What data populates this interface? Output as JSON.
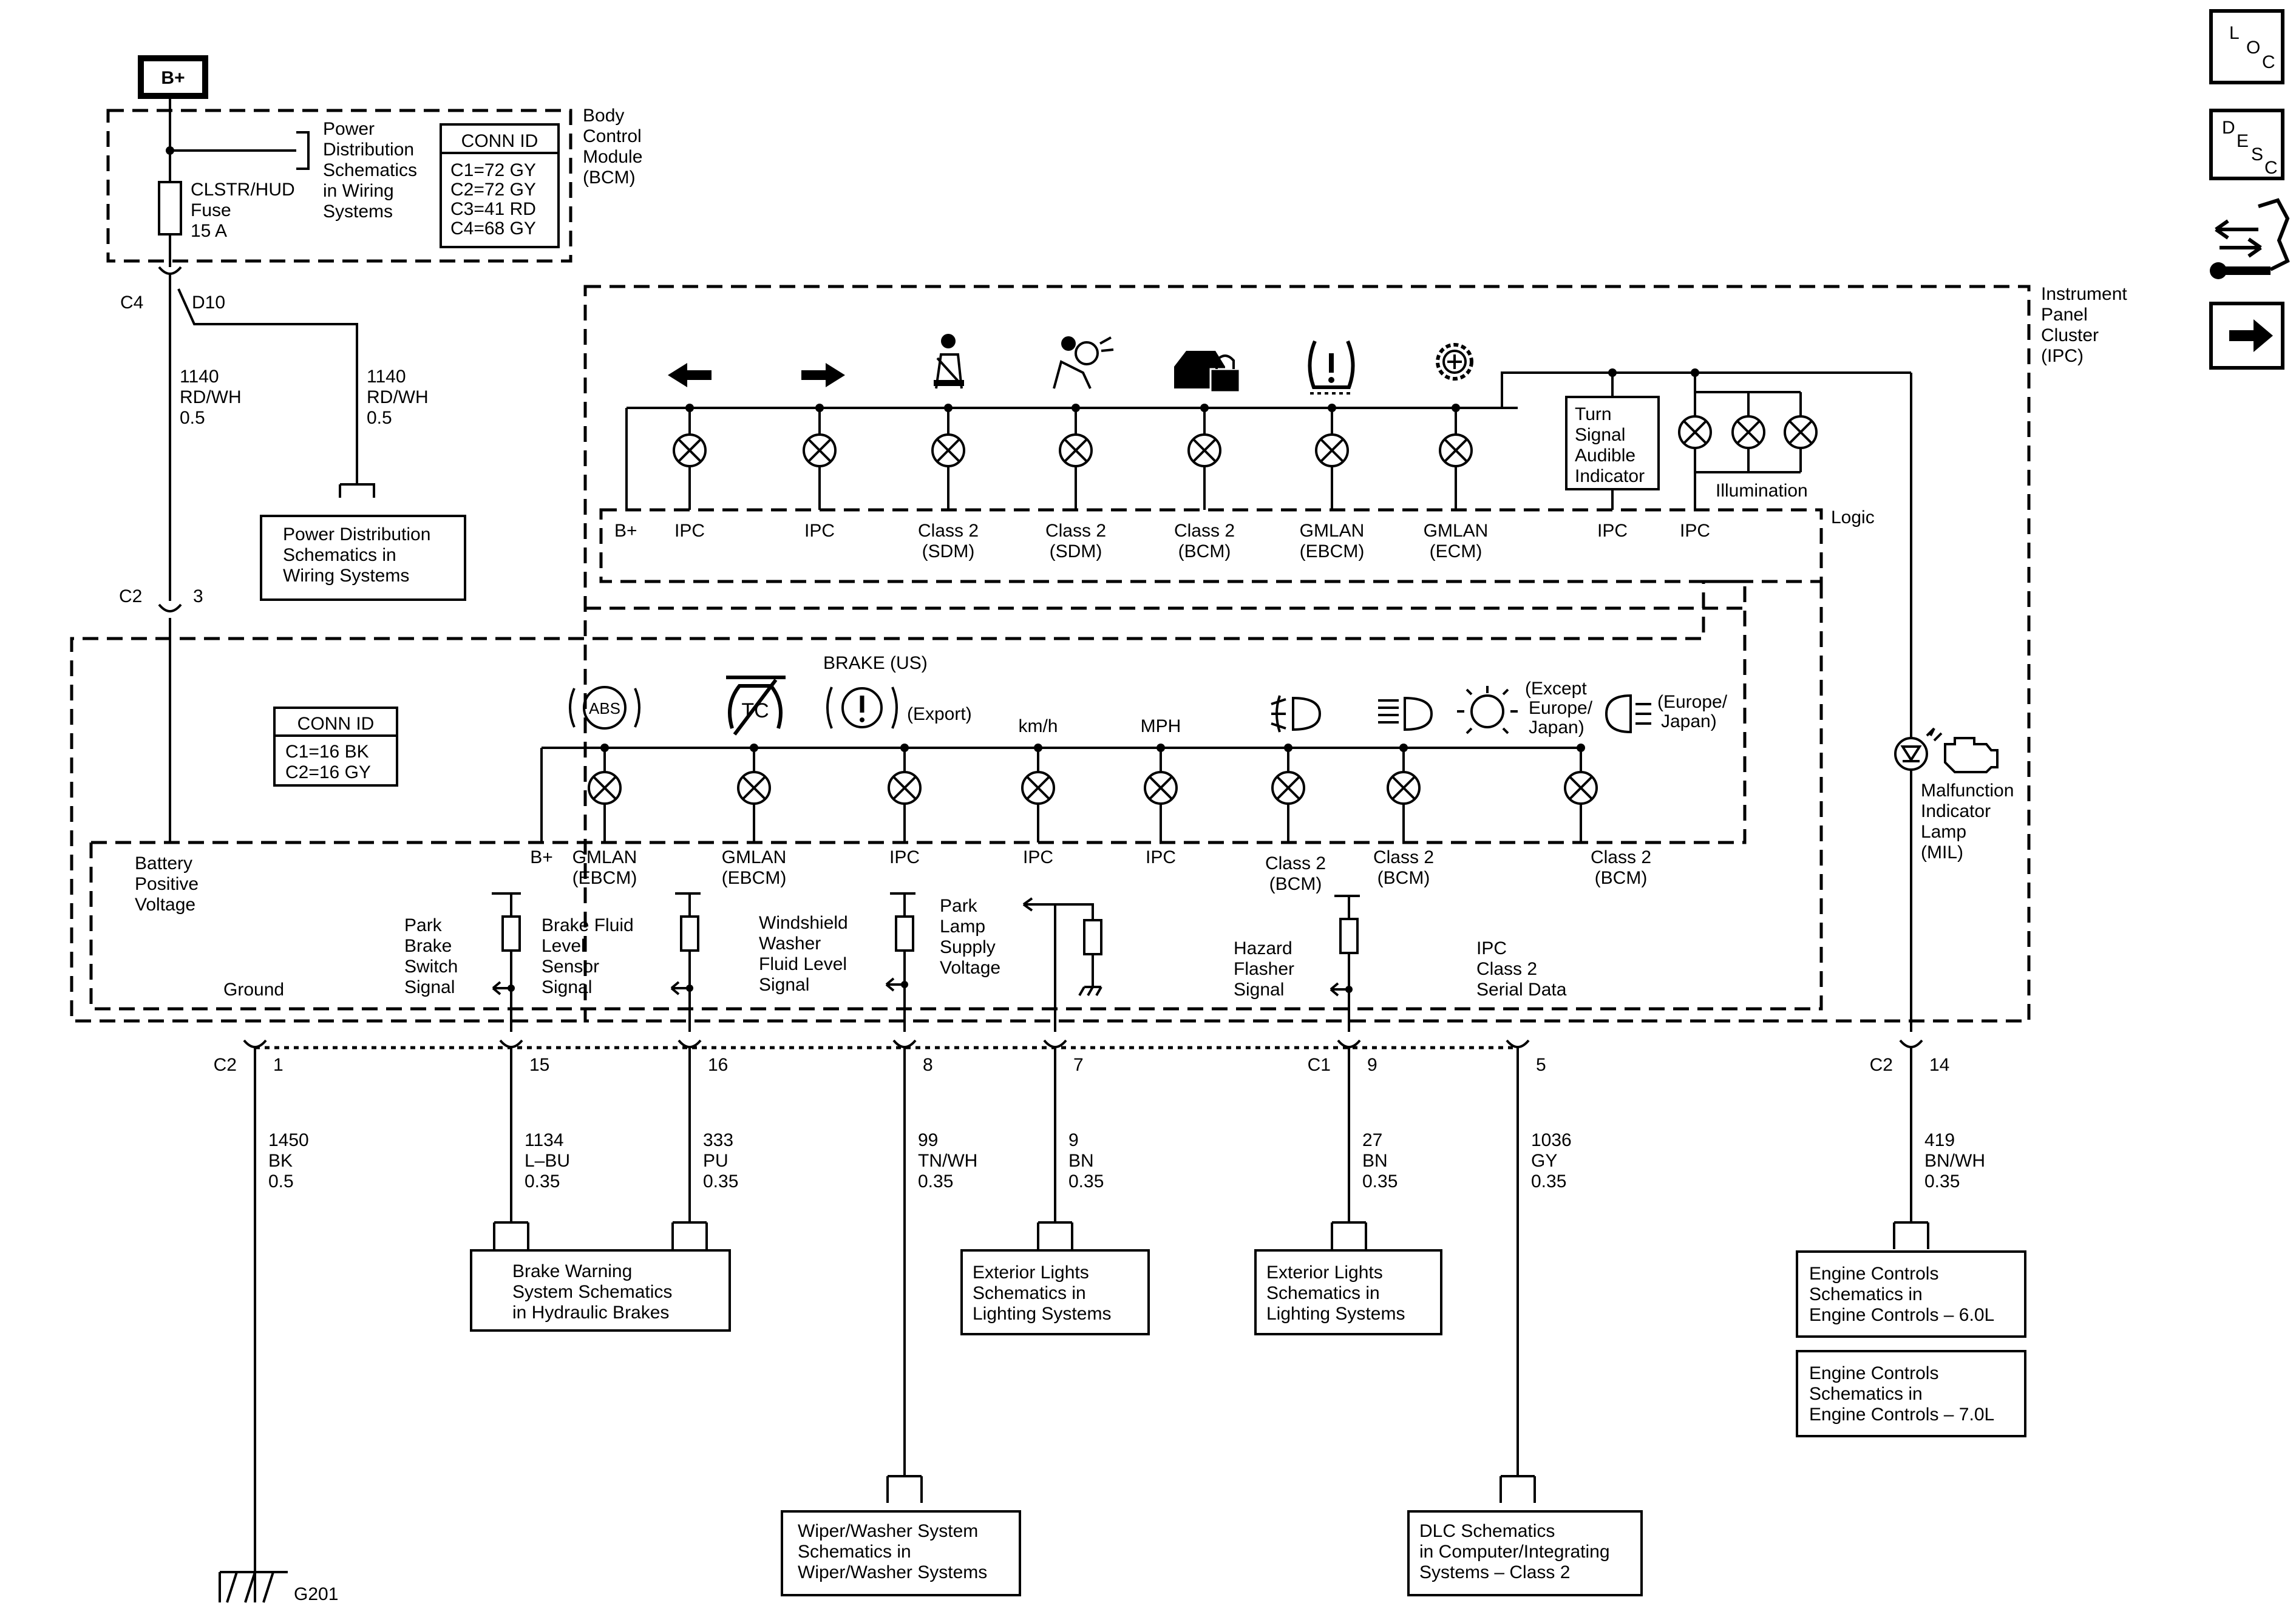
{
  "top": {
    "battery": "B+",
    "fuse": [
      "CLSTR/HUD",
      "Fuse",
      "15 A"
    ],
    "bcm_note": [
      "Power",
      "Distribution",
      "Schematics",
      "in Wiring",
      "Systems"
    ],
    "bcm_conn_title": "CONN ID",
    "bcm_conn": [
      "C1=72 GY",
      "C2=72 GY",
      "C3=41 RD",
      "C4=68 GY"
    ],
    "bcm_label": [
      "Body",
      "Control",
      "Module",
      "(BCM)"
    ],
    "c4": "C4",
    "d10": "D10",
    "wire_left": [
      "1140",
      "RD/WH",
      "0.5"
    ],
    "wire_right": [
      "1140",
      "RD/WH",
      "0.5"
    ],
    "pd_box": [
      "Power Distribution",
      "Schematics in",
      "Wiring Systems"
    ],
    "c2": "C2",
    "c2_pin": "3"
  },
  "nav": {
    "loc": [
      "L",
      "O",
      "C"
    ],
    "desc": [
      "D",
      "E",
      "S",
      "C"
    ]
  },
  "ipc": {
    "label": [
      "Instrument",
      "Panel",
      "Cluster",
      "(IPC)"
    ],
    "upper_labels": [
      [
        "B+"
      ],
      [
        "IPC"
      ],
      [
        "IPC"
      ],
      [
        "Class 2",
        "(SDM)"
      ],
      [
        "Class 2",
        "(SDM)"
      ],
      [
        "Class 2",
        "(BCM)"
      ],
      [
        "GMLAN",
        "(EBCM)"
      ],
      [
        "GMLAN",
        "(ECM)"
      ],
      [
        "IPC"
      ],
      [
        "IPC"
      ]
    ],
    "logic": "Logic",
    "turn_signal": [
      "Turn",
      "Signal",
      "Audible",
      "Indicator"
    ],
    "illumination": "Illumination",
    "conn_title": "CONN ID",
    "conn": [
      "C1=16 BK",
      "C2=16 GY"
    ],
    "brake_us": "BRAKE  (US)",
    "export": "(Export)",
    "kmh": "km/h",
    "mph": "MPH",
    "abs": "ABS",
    "except": [
      "(Except",
      "Europe/",
      "Japan)"
    ],
    "europe": [
      "(Europe/",
      "Japan)"
    ],
    "lower_labels": [
      [
        "B+"
      ],
      [
        "GMLAN",
        "(EBCM)"
      ],
      [
        "GMLAN",
        "(EBCM)"
      ],
      [
        "IPC"
      ],
      [
        "IPC"
      ],
      [
        "IPC"
      ],
      [
        "Class 2",
        "(BCM)"
      ],
      [
        "Class 2",
        "(BCM)"
      ],
      [
        "Class 2",
        "(BCM)"
      ]
    ],
    "battery_positive": [
      "Battery",
      "Positive",
      "Voltage"
    ],
    "ground": "Ground",
    "park_brake": [
      "Park",
      "Brake",
      "Switch",
      "Signal"
    ],
    "brake_fluid": [
      "Brake Fluid",
      "Level",
      "Sensor",
      "Signal"
    ],
    "washer": [
      "Windshield",
      "Washer",
      "Fluid Level",
      "Signal"
    ],
    "park_lamp": [
      "Park",
      "Lamp",
      "Supply",
      "Voltage"
    ],
    "hazard": [
      "Hazard",
      "Flasher",
      "Signal"
    ],
    "serial": [
      "IPC",
      "Class 2",
      "Serial Data"
    ],
    "mil": [
      "Malfunction",
      "Indicator",
      "Lamp",
      "(MIL)"
    ]
  },
  "pins": [
    {
      "conn": "C2",
      "pin": "1",
      "wire": [
        "1450",
        "BK",
        "0.5"
      ]
    },
    {
      "conn": "",
      "pin": "15",
      "wire": [
        "1134",
        "L–BU",
        "0.35"
      ]
    },
    {
      "conn": "",
      "pin": "16",
      "wire": [
        "333",
        "PU",
        "0.35"
      ]
    },
    {
      "conn": "",
      "pin": "8",
      "wire": [
        "99",
        "TN/WH",
        "0.35"
      ]
    },
    {
      "conn": "",
      "pin": "7",
      "wire": [
        "9",
        "BN",
        "0.35"
      ]
    },
    {
      "conn": "C1",
      "pin": "9",
      "wire": [
        "27",
        "BN",
        "0.35"
      ]
    },
    {
      "conn": "",
      "pin": "5",
      "wire": [
        "1036",
        "GY",
        "0.35"
      ]
    },
    {
      "conn": "C2",
      "pin": "14",
      "wire": [
        "419",
        "BN/WH",
        "0.35"
      ]
    }
  ],
  "boxes": {
    "brake_warning": [
      "Brake Warning",
      "System Schematics",
      "in Hydraulic Brakes"
    ],
    "wiper": [
      "Wiper/Washer System",
      "Schematics in",
      "Wiper/Washer Systems"
    ],
    "ext1": [
      "Exterior Lights",
      "Schematics in",
      "Lighting Systems"
    ],
    "ext2": [
      "Exterior Lights",
      "Schematics in",
      "Lighting Systems"
    ],
    "dlc": [
      "DLC Schematics",
      "in Computer/Integrating",
      "Systems – Class 2"
    ],
    "engine60": [
      "Engine Controls",
      "Schematics in",
      "Engine Controls – 6.0L"
    ],
    "engine70": [
      "Engine Controls",
      "Schematics in",
      "Engine Controls – 7.0L"
    ]
  },
  "ground_id": "G201"
}
